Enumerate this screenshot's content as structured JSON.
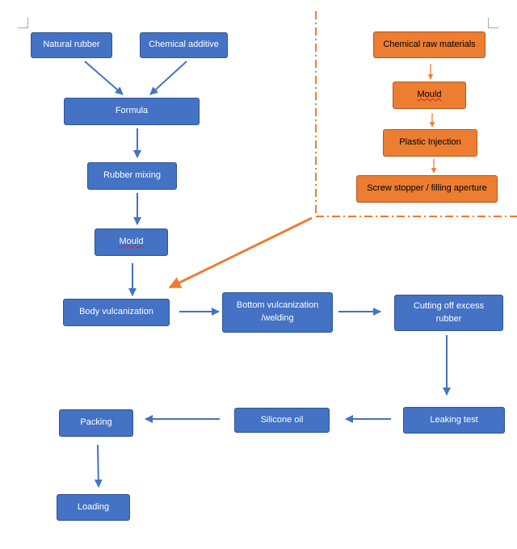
{
  "colors": {
    "node_blue": "#4472c4",
    "node_orange": "#ed7d31",
    "arrow_blue": "#4472c4",
    "arrow_orange": "#ed7d31",
    "divider_orange": "#ed7d31"
  },
  "nodes": {
    "natural_rubber": "Natural rubber",
    "chemical_additive": "Chemical additive",
    "formula": "Formula",
    "rubber_mixing": "Rubber mixing",
    "mould": "Mould",
    "body_vulcanization": "Body vulcanization",
    "bottom_vulcanization_line1": "Bottom vulcanization",
    "bottom_vulcanization_line2": "/welding",
    "cutting_line1": "Cutting off excess",
    "cutting_line2": "rubber",
    "leaking_test": "Leaking test",
    "silicone_oil": "Silicone oil",
    "packing": "Packing",
    "loading": "Loading",
    "chemical_raw_materials": "Chemical raw materials",
    "mould_orange": "Mould",
    "plastic_injection": "Plastic Injection",
    "screw_stopper": "Screw stopper / filling aperture"
  }
}
